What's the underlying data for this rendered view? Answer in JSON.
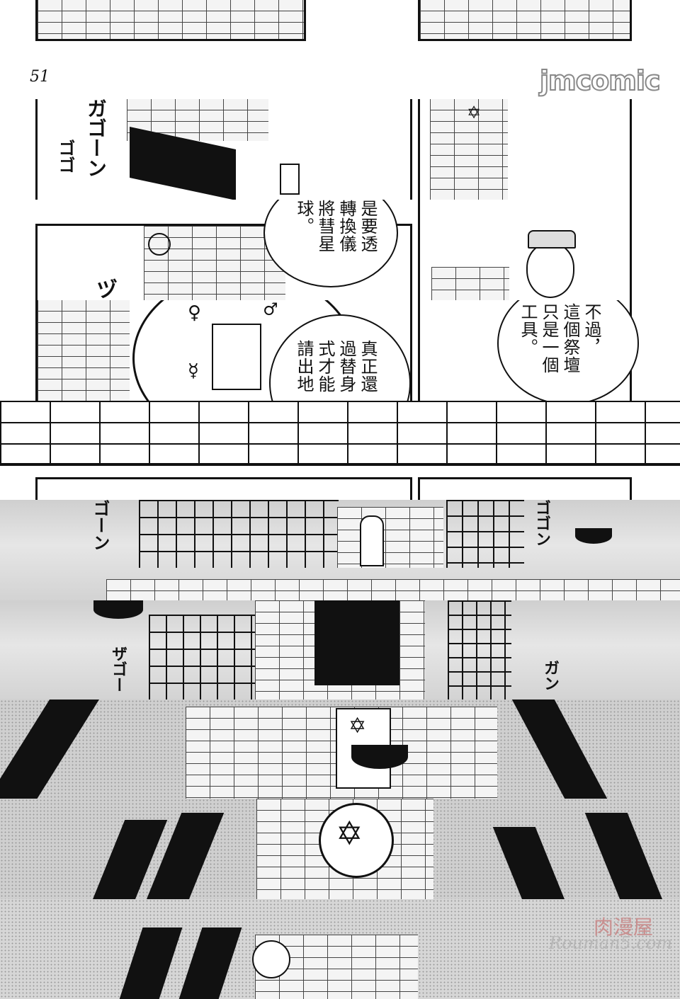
{
  "page": {
    "number": "51"
  },
  "watermarks": {
    "top": "jmcomic",
    "bottom_line1": "肉漫屋",
    "bottom_line2": "Rouman5.com"
  },
  "speech": {
    "bubble1": "是要透\n轉換儀\n將彗星\n球。",
    "bubble2": "不過，\n這個祭壇\n只是一個\n工具。",
    "bubble3": "真正還\n過替身\n式才能\n請出地"
  },
  "sfx": {
    "top_left_1": "ガゴーン",
    "top_left_2": "ゴゴ",
    "mid_left": "ヅ",
    "strip_left": "ゴーン",
    "strip_right": "ゴゴン",
    "lower_left": "ザゴー",
    "lower_right": "ガン"
  },
  "symbols": {
    "venus": "♀",
    "mars": "♂",
    "mercury": "☿",
    "hexagram": "✡"
  }
}
